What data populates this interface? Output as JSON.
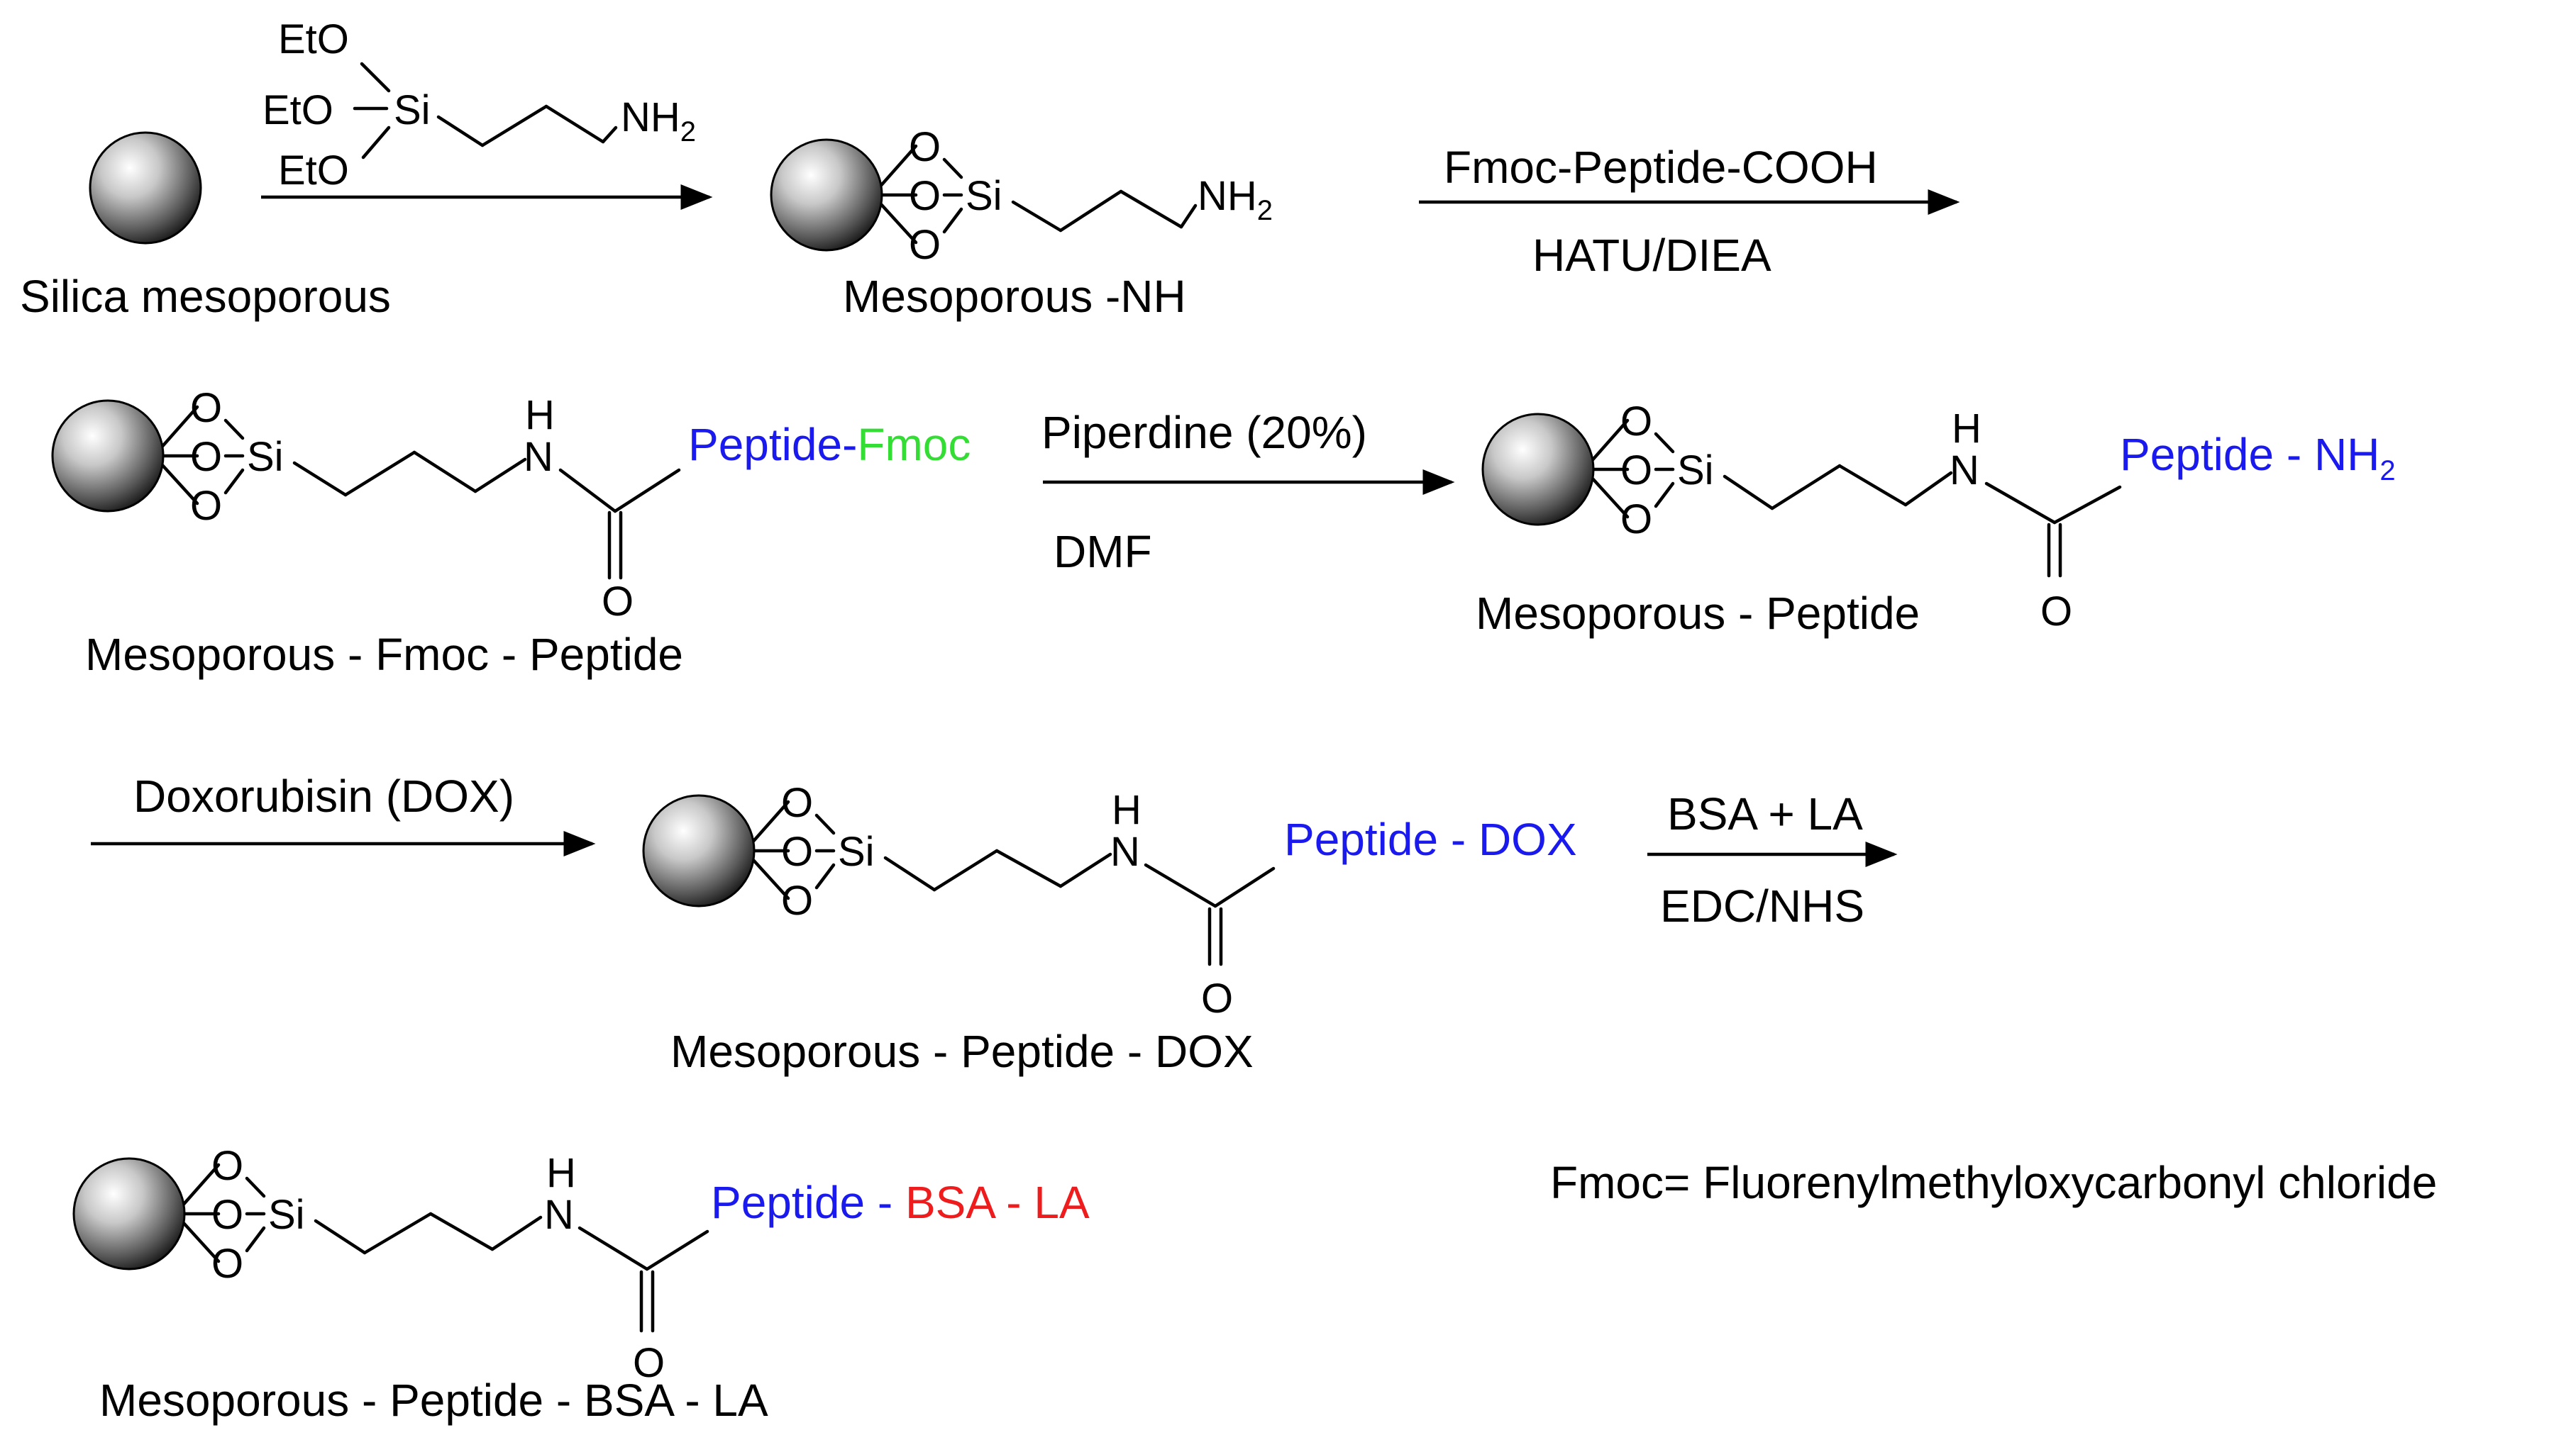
{
  "reagents": {
    "silane": {
      "eto1": "EtO",
      "eto2": "EtO",
      "eto3": "EtO",
      "si": "Si",
      "nh": "NH",
      "sub": "2"
    },
    "step1_top": "Fmoc-Peptide-COOH",
    "step1_bottom": "HATU/DIEA",
    "step2_top": "Piperdine (20%)",
    "step2_bottom": "DMF",
    "step3_top": "Doxorubisin (DOX)",
    "step4_top": "BSA + LA",
    "step4_bottom": "EDC/NHS"
  },
  "atoms": {
    "o": "O",
    "si": "Si",
    "h": "H",
    "n": "N",
    "nh": "NH",
    "sub2": "2"
  },
  "molecules": {
    "silica": {
      "caption": "Silica mesoporous"
    },
    "amine": {
      "caption": "Mesoporous -NH"
    },
    "fmoc": {
      "caption": "Mesoporous - Fmoc - Peptide",
      "peptide": "Peptide-",
      "tail": "Fmoc"
    },
    "peptide": {
      "caption": "Mesoporous  - Peptide",
      "peptide": "Peptide - NH",
      "sub": "2"
    },
    "dox": {
      "caption": "Mesoporous  - Peptide - DOX",
      "peptide": "Peptide - DOX"
    },
    "bsa": {
      "caption": "Mesoporous  - Peptide - BSA - LA",
      "peptide": "Peptide - ",
      "tail": "BSA - LA"
    }
  },
  "note": "Fmoc= Fluorenylmethyloxycarbonyl chloride",
  "colors": {
    "peptide": "#1a1aee",
    "fmoc": "#33dd33",
    "bsa_la": "#ee1c1c",
    "bond": "#000000"
  }
}
